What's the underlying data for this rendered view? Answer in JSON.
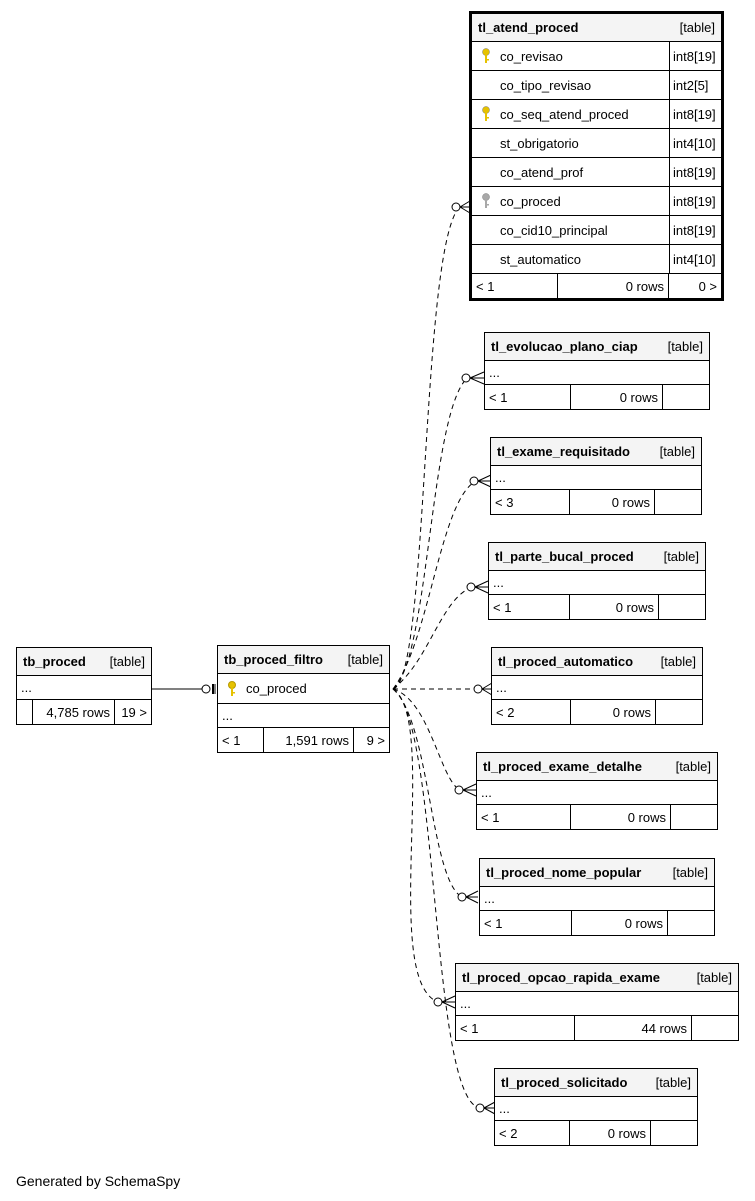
{
  "focus_table": {
    "name": "tl_atend_proced",
    "kind": "[table]",
    "columns": [
      {
        "name": "co_revisao",
        "type": "int8[19]",
        "key": "primary"
      },
      {
        "name": "co_tipo_revisao",
        "type": "int2[5]",
        "key": ""
      },
      {
        "name": "co_seq_atend_proced",
        "type": "int8[19]",
        "key": "primary"
      },
      {
        "name": "st_obrigatorio",
        "type": "int4[10]",
        "key": ""
      },
      {
        "name": "co_atend_prof",
        "type": "int8[19]",
        "key": ""
      },
      {
        "name": "co_proced",
        "type": "int8[19]",
        "key": "foreign"
      },
      {
        "name": "co_cid10_principal",
        "type": "int8[19]",
        "key": ""
      },
      {
        "name": "st_automatico",
        "type": "int4[10]",
        "key": ""
      }
    ],
    "footer": {
      "parents": "< 1",
      "rows": "0 rows",
      "children": "0 >"
    }
  },
  "tb_proced": {
    "name": "tb_proced",
    "kind": "[table]",
    "ellipsis": "...",
    "footer": {
      "parents": "",
      "rows": "4,785 rows",
      "children": "19 >"
    }
  },
  "tb_proced_filtro": {
    "name": "tb_proced_filtro",
    "kind": "[table]",
    "column": "co_proced",
    "ellipsis": "...",
    "footer": {
      "parents": "< 1",
      "rows": "1,591 rows",
      "children": "9 >"
    }
  },
  "child_tables": [
    {
      "name": "tl_evolucao_plano_ciap",
      "kind": "[table]",
      "ellipsis": "...",
      "parents": "< 1",
      "rows": "0 rows",
      "children": ""
    },
    {
      "name": "tl_exame_requisitado",
      "kind": "[table]",
      "ellipsis": "...",
      "parents": "< 3",
      "rows": "0 rows",
      "children": ""
    },
    {
      "name": "tl_parte_bucal_proced",
      "kind": "[table]",
      "ellipsis": "...",
      "parents": "< 1",
      "rows": "0 rows",
      "children": ""
    },
    {
      "name": "tl_proced_automatico",
      "kind": "[table]",
      "ellipsis": "...",
      "parents": "< 2",
      "rows": "0 rows",
      "children": ""
    },
    {
      "name": "tl_proced_exame_detalhe",
      "kind": "[table]",
      "ellipsis": "...",
      "parents": "< 1",
      "rows": "0 rows",
      "children": ""
    },
    {
      "name": "tl_proced_nome_popular",
      "kind": "[table]",
      "ellipsis": "...",
      "parents": "< 1",
      "rows": "0 rows",
      "children": ""
    },
    {
      "name": "tl_proced_opcao_rapida_exame",
      "kind": "[table]",
      "ellipsis": "...",
      "parents": "< 1",
      "rows": "44 rows",
      "children": ""
    },
    {
      "name": "tl_proced_solicitado",
      "kind": "[table]",
      "ellipsis": "...",
      "parents": "< 2",
      "rows": "0 rows",
      "children": ""
    }
  ],
  "generated_by": "Generated by SchemaSpy",
  "colors": {
    "primary_key": "#e6c200",
    "foreign_key": "#a8a8a8",
    "header_bg": "#f4f4f4"
  }
}
